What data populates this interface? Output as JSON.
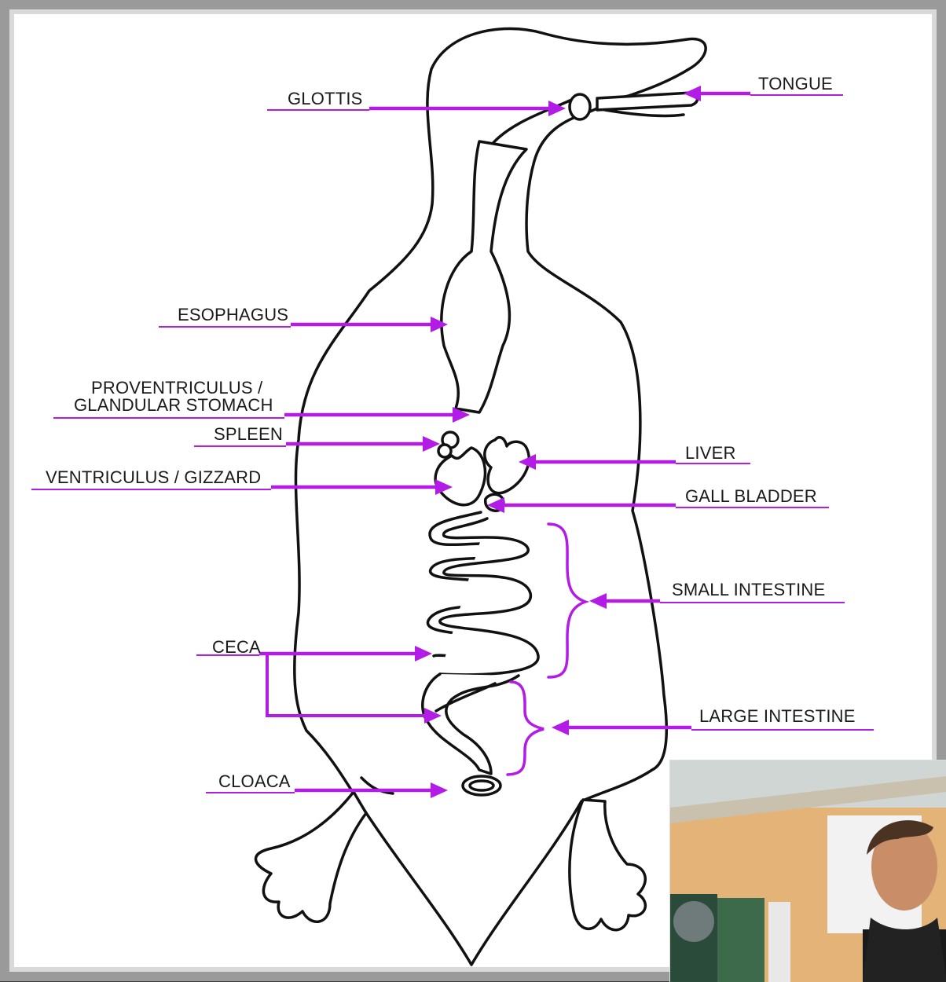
{
  "labels": {
    "glottis": "GLOTTIS",
    "tongue": "TONGUE",
    "esophagus": "ESOPHAGUS",
    "proventriculus_line1": "PROVENTRICULUS /",
    "proventriculus_line2": "GLANDULAR STOMACH",
    "spleen": "SPLEEN",
    "liver": "LIVER",
    "ventriculus": "VENTRICULUS / GIZZARD",
    "gall_bladder": "GALL BLADDER",
    "small_intestine": "SMALL INTESTINE",
    "ceca": "CECA",
    "large_intestine": "LARGE INTESTINE",
    "cloaca": "CLOACA"
  },
  "colors": {
    "accent": "#b31be6",
    "outline": "#111111",
    "background": "#ffffff"
  },
  "webcam": {
    "icon": "person-video-feed"
  }
}
